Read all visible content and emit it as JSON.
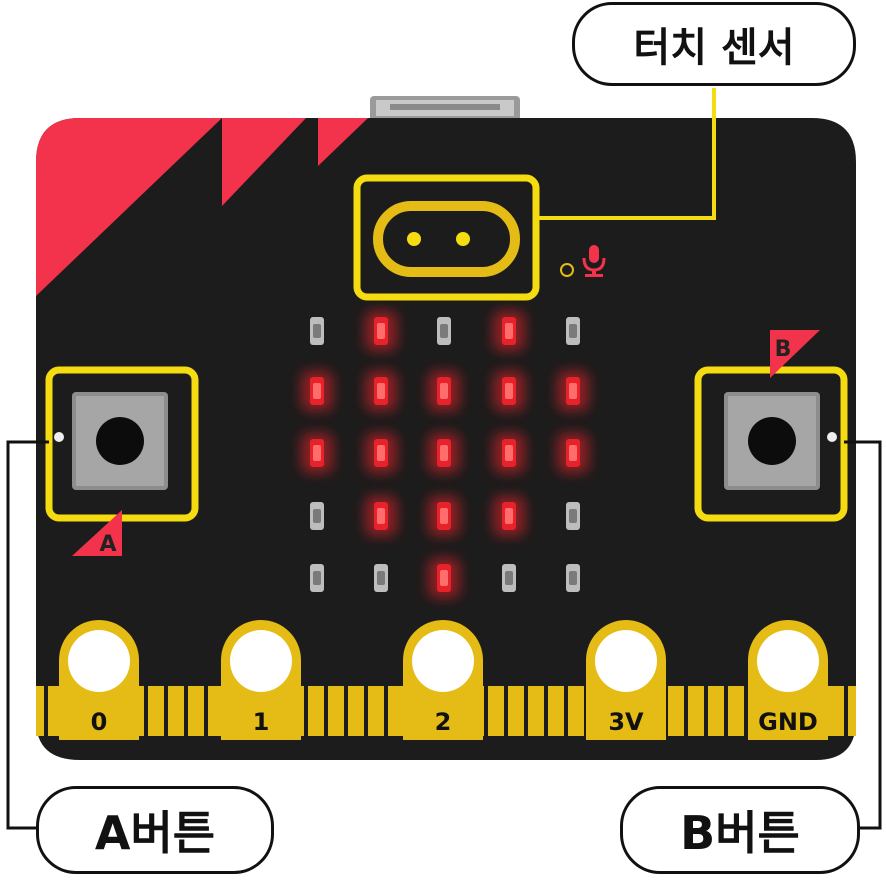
{
  "callouts": {
    "touch_sensor": "터치 센서",
    "button_a": "A버튼",
    "button_b": "B버튼"
  },
  "buttons": {
    "a_letter": "A",
    "b_letter": "B"
  },
  "pins": [
    "0",
    "1",
    "2",
    "3V",
    "GND"
  ],
  "led_matrix": {
    "rows": [
      [
        0,
        1,
        0,
        1,
        0
      ],
      [
        1,
        1,
        1,
        1,
        1
      ],
      [
        1,
        1,
        1,
        1,
        1
      ],
      [
        0,
        1,
        1,
        1,
        0
      ],
      [
        0,
        0,
        1,
        0,
        0
      ]
    ]
  },
  "colors": {
    "board": "#1d1c1c",
    "accent_red": "#f2334b",
    "highlight_yellow": "#f5dc10",
    "gold": "#e5bb16",
    "led_on": "#e8222a",
    "led_off": "#bdbdbd"
  },
  "icons": [
    "microphone-icon",
    "usb-connector-icon"
  ]
}
